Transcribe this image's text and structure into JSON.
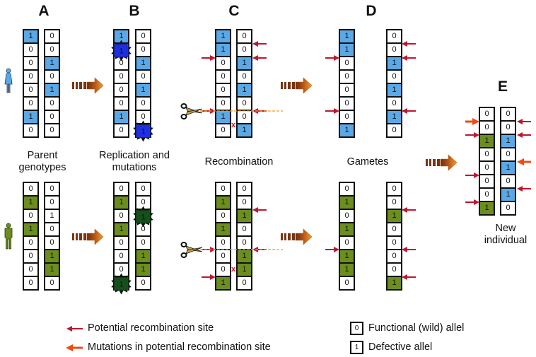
{
  "panels": {
    "A": {
      "label": "A",
      "caption_line1": "Parent",
      "caption_line2": "genotypes"
    },
    "B": {
      "label": "B",
      "caption_line1": "Replication and",
      "caption_line2": "mutations"
    },
    "C": {
      "label": "C",
      "caption": "Recombination"
    },
    "D": {
      "label": "D",
      "caption": "Gametes"
    },
    "E": {
      "label": "E",
      "caption_line1": "New",
      "caption_line2": "individual"
    }
  },
  "colors": {
    "female_defective": "#5aa9e6",
    "male_defective": "#6b8e1e",
    "female_mutation": "#1f2fe0",
    "male_mutation": "#14501a",
    "recombination_arrow": "#c0152f",
    "mutation_arrow": "#f04a12",
    "cut_line": "#f0a020",
    "transition_arrow": "#e07810"
  },
  "chromosomes": {
    "female": {
      "A": [
        [
          "1",
          "0",
          "0",
          "0",
          "0",
          "0",
          "1",
          "0"
        ],
        [
          "0",
          "0",
          "1",
          "0",
          "1",
          "0",
          "0",
          "0"
        ]
      ],
      "B": [
        [
          "1",
          "1",
          "0",
          "0",
          "0",
          "0",
          "1",
          "0"
        ],
        [
          "0",
          "0",
          "1",
          "0",
          "1",
          "0",
          "0",
          "1"
        ]
      ],
      "C": [
        [
          "1",
          "1",
          "0",
          "0",
          "0",
          "0",
          "1",
          "0"
        ],
        [
          "0",
          "0",
          "1",
          "0",
          "1",
          "0",
          "0",
          "1"
        ]
      ],
      "D": [
        [
          "1",
          "1",
          "0",
          "0",
          "0",
          "0",
          "0",
          "1"
        ],
        [
          "0",
          "0",
          "1",
          "0",
          "1",
          "0",
          "1",
          "0"
        ]
      ]
    },
    "male": {
      "A": [
        [
          "0",
          "1",
          "0",
          "1",
          "0",
          "0",
          "0",
          "0"
        ],
        [
          "0",
          "0",
          "1",
          "0",
          "0",
          "1",
          "1",
          "0"
        ]
      ],
      "B": [
        [
          "0",
          "1",
          "0",
          "1",
          "0",
          "0",
          "0",
          "1"
        ],
        [
          "0",
          "0",
          "1",
          "0",
          "0",
          "1",
          "1",
          "0"
        ]
      ],
      "C": [
        [
          "0",
          "1",
          "0",
          "1",
          "0",
          "0",
          "0",
          "1"
        ],
        [
          "0",
          "0",
          "1",
          "0",
          "0",
          "1",
          "1",
          "0"
        ]
      ],
      "D": [
        [
          "0",
          "1",
          "0",
          "1",
          "0",
          "1",
          "1",
          "0"
        ],
        [
          "0",
          "0",
          "1",
          "0",
          "0",
          "0",
          "0",
          "1"
        ]
      ]
    },
    "new_individual": [
      [
        "0",
        "0",
        "1",
        "0",
        "0",
        "0",
        "0",
        "1"
      ],
      [
        "0",
        "0",
        "1",
        "0",
        "1",
        "0",
        "1",
        "0"
      ]
    ]
  },
  "shading": {
    "female": {
      "A": [
        [
          1,
          0,
          0,
          0,
          0,
          0,
          1,
          0
        ],
        [
          0,
          0,
          1,
          0,
          1,
          0,
          0,
          0
        ]
      ],
      "B": [
        [
          1,
          2,
          0,
          0,
          0,
          0,
          1,
          0
        ],
        [
          0,
          0,
          1,
          0,
          1,
          0,
          0,
          2
        ]
      ],
      "C": [
        [
          1,
          1,
          0,
          0,
          0,
          0,
          1,
          0
        ],
        [
          0,
          0,
          1,
          0,
          1,
          0,
          0,
          1
        ]
      ],
      "D": [
        [
          1,
          1,
          0,
          0,
          0,
          0,
          0,
          1
        ],
        [
          0,
          0,
          1,
          0,
          1,
          0,
          1,
          0
        ]
      ]
    },
    "male": {
      "A": [
        [
          0,
          1,
          0,
          1,
          0,
          0,
          0,
          0
        ],
        [
          0,
          0,
          0,
          0,
          0,
          1,
          1,
          0
        ]
      ],
      "B": [
        [
          0,
          1,
          0,
          1,
          0,
          0,
          0,
          2
        ],
        [
          0,
          0,
          2,
          0,
          0,
          1,
          1,
          0
        ]
      ],
      "C": [
        [
          0,
          1,
          0,
          1,
          0,
          0,
          0,
          1
        ],
        [
          0,
          0,
          1,
          0,
          0,
          1,
          1,
          0
        ]
      ],
      "D": [
        [
          0,
          1,
          0,
          1,
          0,
          1,
          1,
          0
        ],
        [
          0,
          0,
          1,
          0,
          0,
          0,
          0,
          1
        ]
      ]
    },
    "new_individual": [
      [
        "w",
        "w",
        "g",
        "w",
        "w",
        "w",
        "w",
        "g"
      ],
      [
        "w",
        "w",
        "b",
        "w",
        "b",
        "w",
        "b",
        "w"
      ]
    ]
  },
  "annotations": {
    "crossover_mark": "x"
  },
  "legend": {
    "recombination_site": "Potential recombination site",
    "mutation_site": "Mutations in potential recombination site",
    "functional_symbol": "0",
    "functional_label": "Functional (wild) allel",
    "defective_symbol": "1",
    "defective_label": "Defective allel"
  },
  "icons": {
    "female": "female-person-icon",
    "male": "male-person-icon",
    "scissors": "scissors-icon",
    "transition": "block-arrow-right-icon"
  }
}
